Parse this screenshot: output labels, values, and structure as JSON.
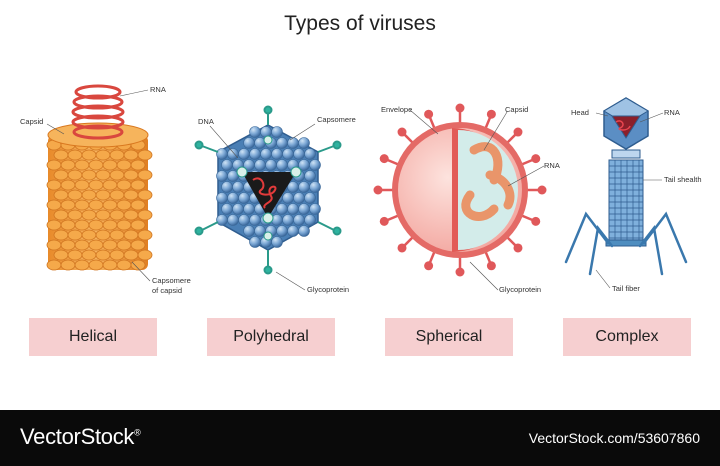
{
  "title": "Types of viruses",
  "types": [
    {
      "name": "Helical",
      "labels": {
        "capsid": "Capsid",
        "rna": "RNA",
        "capsomere_1": "Capsomere",
        "capsomere_2": "of capsid"
      }
    },
    {
      "name": "Polyhedral",
      "labels": {
        "dna": "DNA",
        "capsomere": "Capsomere",
        "glycoprotein": "Glycoprotein"
      }
    },
    {
      "name": "Spherical",
      "labels": {
        "envelope": "Envelope",
        "capsid": "Capsid",
        "rna": "RNA",
        "glycoprotein": "Glycoprotein"
      }
    },
    {
      "name": "Complex",
      "labels": {
        "head": "Head",
        "rna": "RNA",
        "tail_sheath": "Tail shealth",
        "tail_fiber": "Tail fiber"
      }
    }
  ],
  "footer": {
    "brand": "VectorStock",
    "brand_mark": "®",
    "url": "VectorStock.com/53607860"
  },
  "colors": {
    "label_box": "#f6cfd0",
    "helical": "#f0a040",
    "polyhedral": "#5b8fc4",
    "spherical": "#e0585a",
    "complex": "#4f8ec0",
    "footer": "#0a0a0a"
  }
}
